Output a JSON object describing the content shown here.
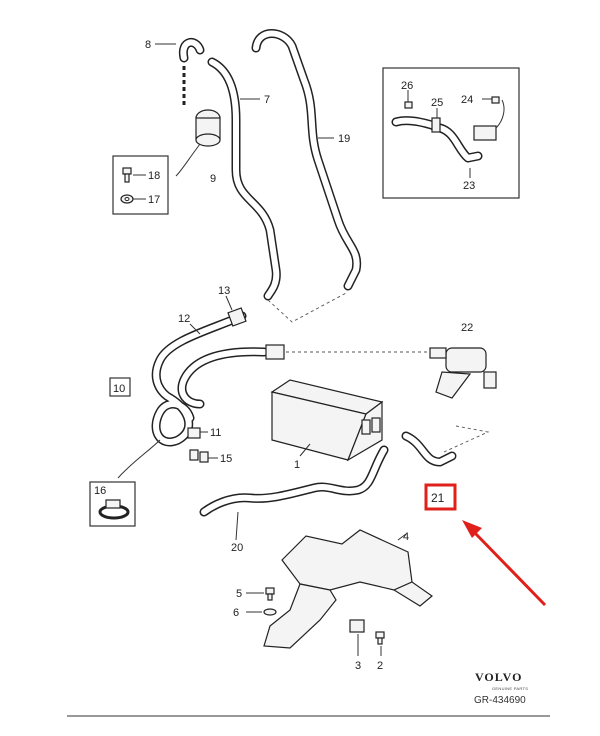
{
  "diagram": {
    "labels": {
      "p1": "1",
      "p2": "2",
      "p3": "3",
      "p4": "4",
      "p5": "5",
      "p6": "6",
      "p7": "7",
      "p8": "8",
      "p9": "9",
      "p10": "10",
      "p11": "11",
      "p12": "12",
      "p13": "13",
      "p15": "15",
      "p16": "16",
      "p17": "17",
      "p18": "18",
      "p19": "19",
      "p20": "20",
      "p21": "21",
      "p22": "22",
      "p23": "23",
      "p24": "24",
      "p25": "25",
      "p26": "26"
    },
    "highlight_color": "#e0201b",
    "brand": "VOLVO",
    "brand_sub": "GENUINE PARTS",
    "reference": "GR-434690"
  }
}
